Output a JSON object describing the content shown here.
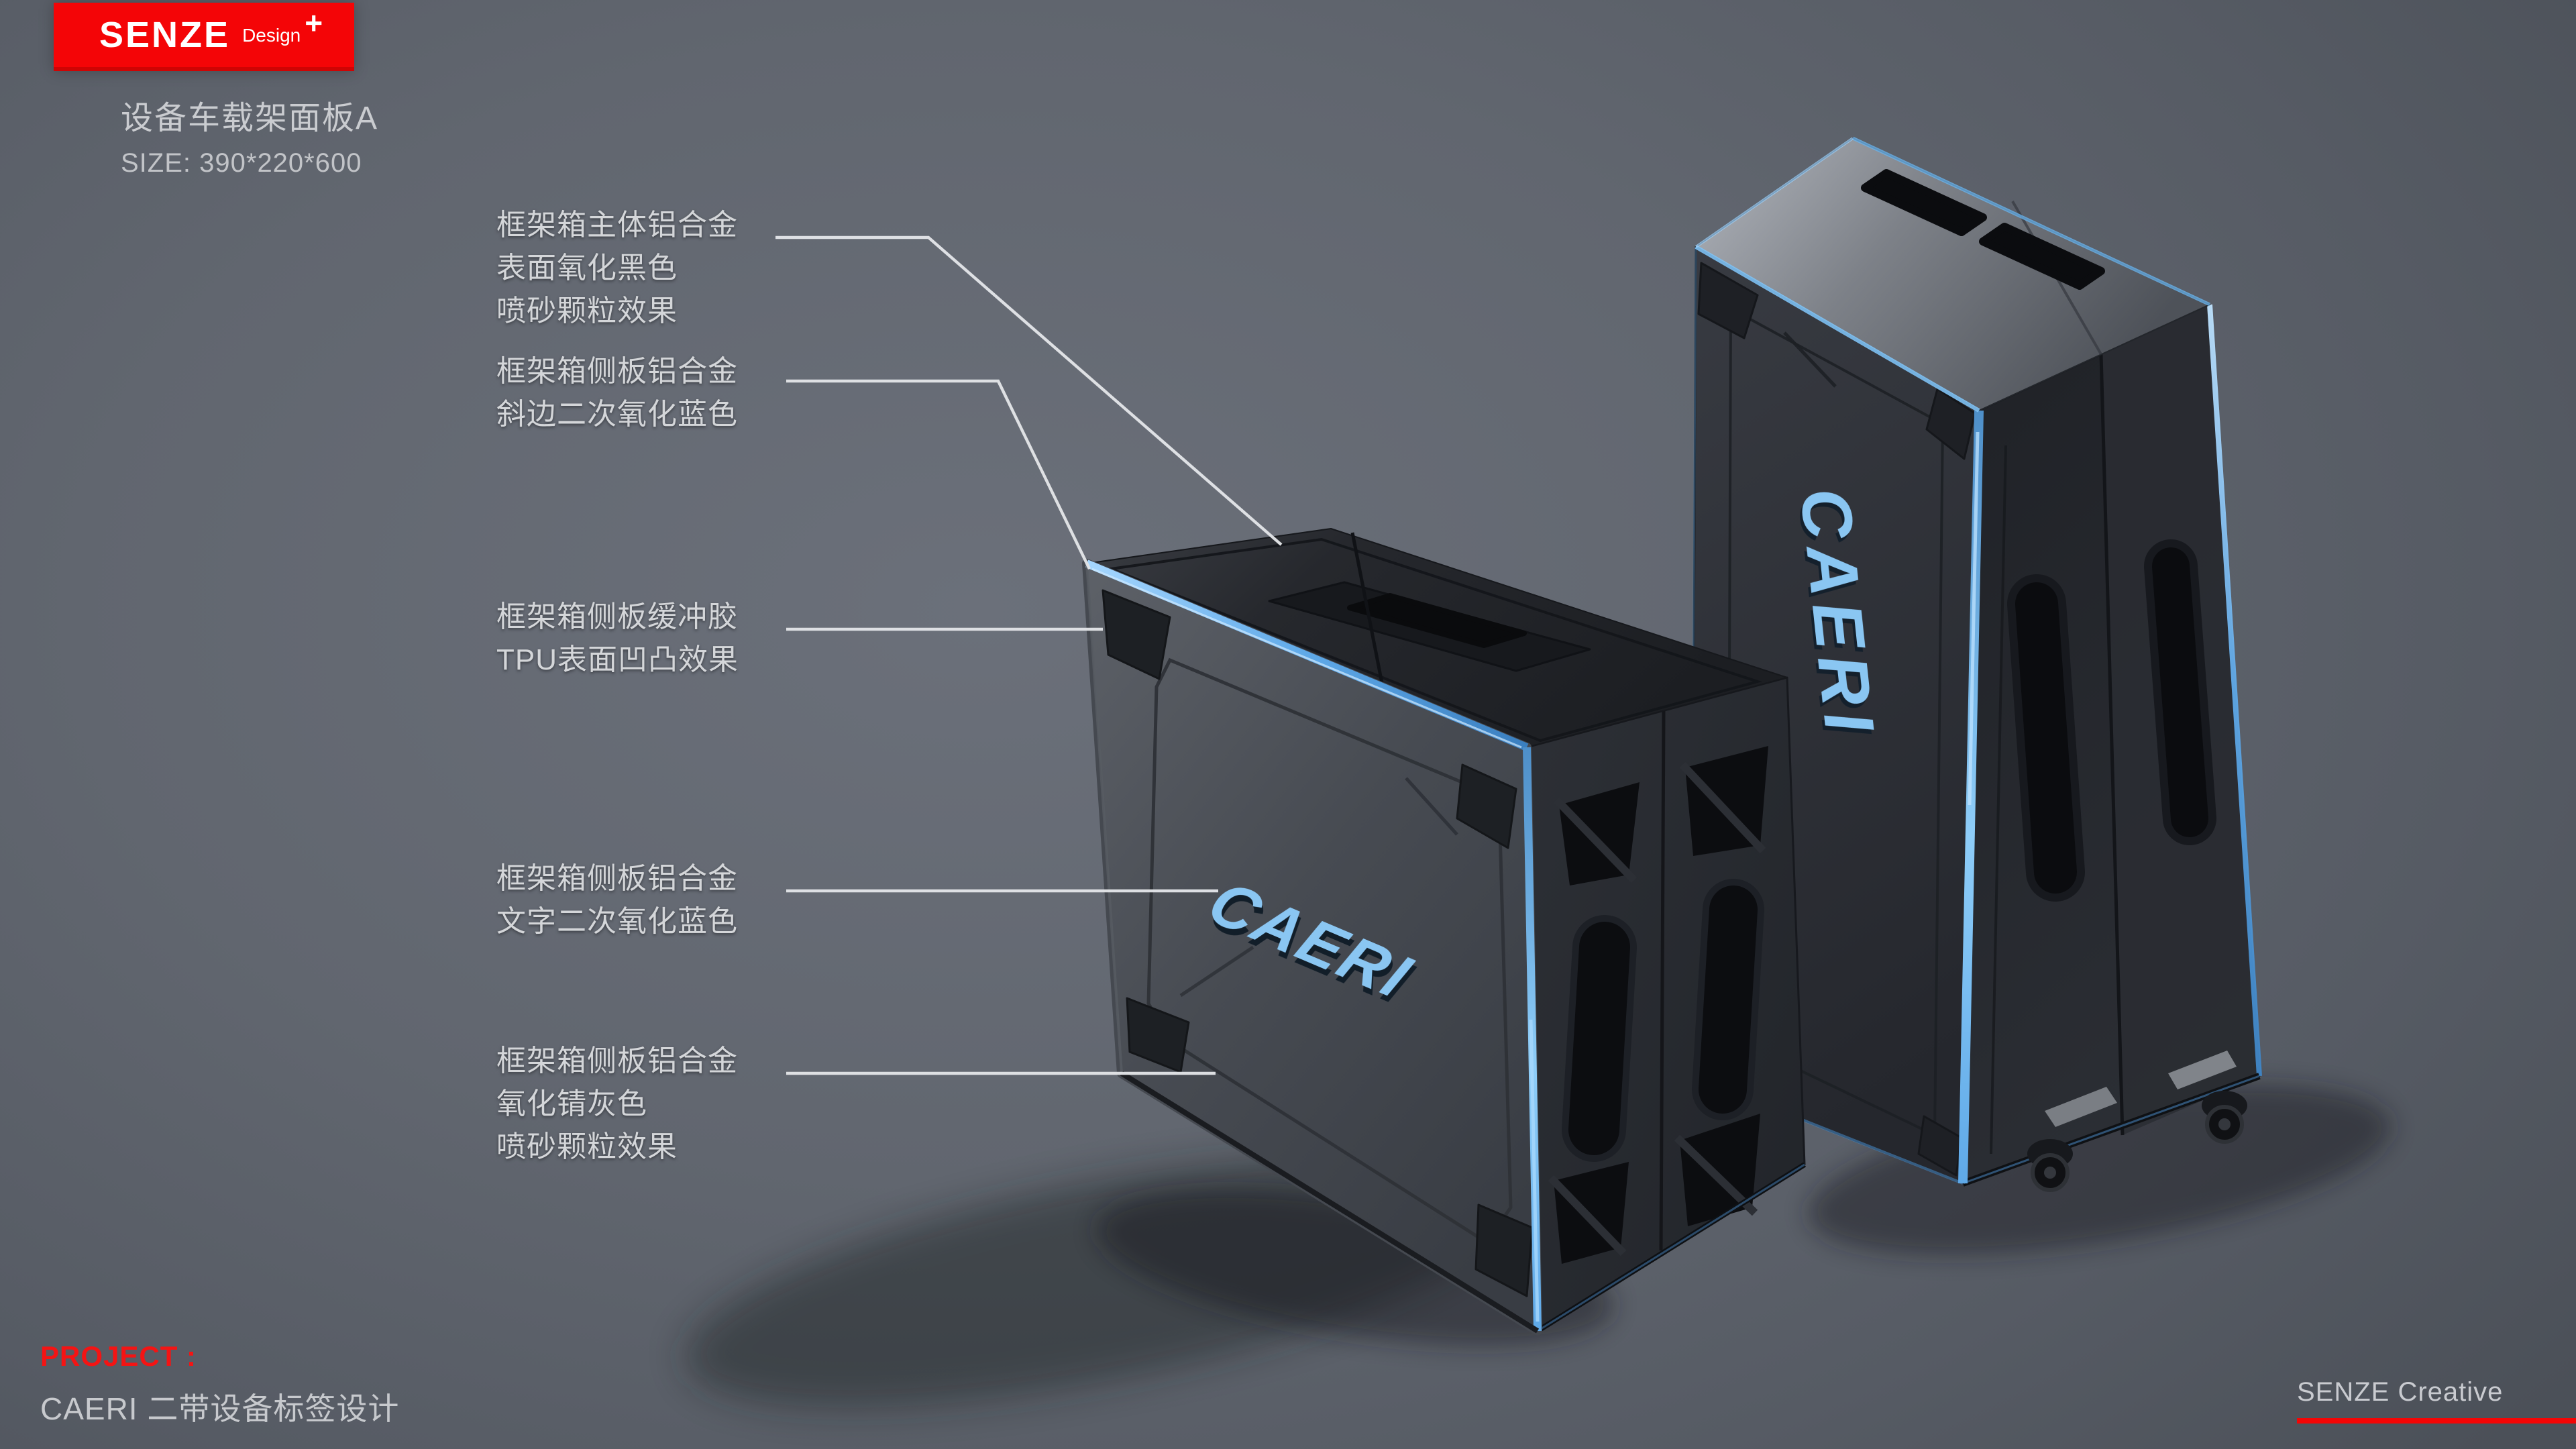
{
  "brand": {
    "name": "SENZE",
    "suffix": "Design",
    "plus": "+",
    "studio": "SENZE Creative"
  },
  "product": {
    "title": "设备车载架面板A",
    "size": "SIZE: 390*220*600",
    "logo": "CAERI"
  },
  "callouts": [
    {
      "lines": [
        "框架箱主体铝合金",
        "表面氧化黑色",
        "喷砂颗粒效果"
      ]
    },
    {
      "lines": [
        "框架箱侧板铝合金",
        "斜边二次氧化蓝色"
      ]
    },
    {
      "lines": [
        "框架箱侧板缓冲胶",
        "TPU表面凹凸效果"
      ]
    },
    {
      "lines": [
        "框架箱侧板铝合金",
        "文字二次氧化蓝色"
      ]
    },
    {
      "lines": [
        "框架箱侧板铝合金",
        "氧化锖灰色",
        "喷砂颗粒效果"
      ]
    }
  ],
  "footer": {
    "project_label": "PROJECT :",
    "project_name": "CAERI 二带设备标签设计"
  },
  "colors": {
    "accent_red": "#f40507",
    "accent_blue": "#7fc2f4",
    "background": "#5f646c",
    "label_text": "#d4d6d9",
    "case_dark": "#26282e",
    "case_gray": "#44484f"
  }
}
